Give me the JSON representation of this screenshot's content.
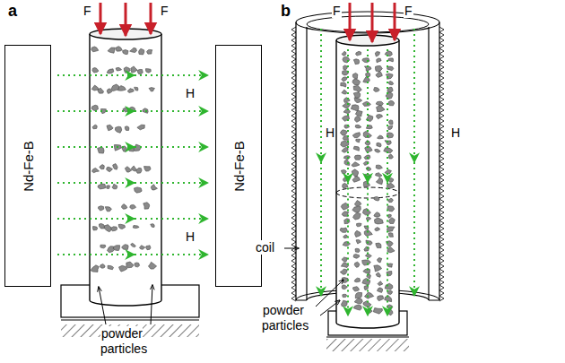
{
  "diagram": {
    "nodes": [
      {
        "text": [
          "Nd-Fe-B"
        ]
      },
      {
        "text": [
          "Nd-Fe-B"
        ]
      }
    ],
    "labels": [
      "a",
      "F",
      "F",
      "H",
      "H",
      "powder particles",
      "b",
      "F",
      "F",
      "H",
      "H",
      "coil",
      "powder particles"
    ]
  }
}
